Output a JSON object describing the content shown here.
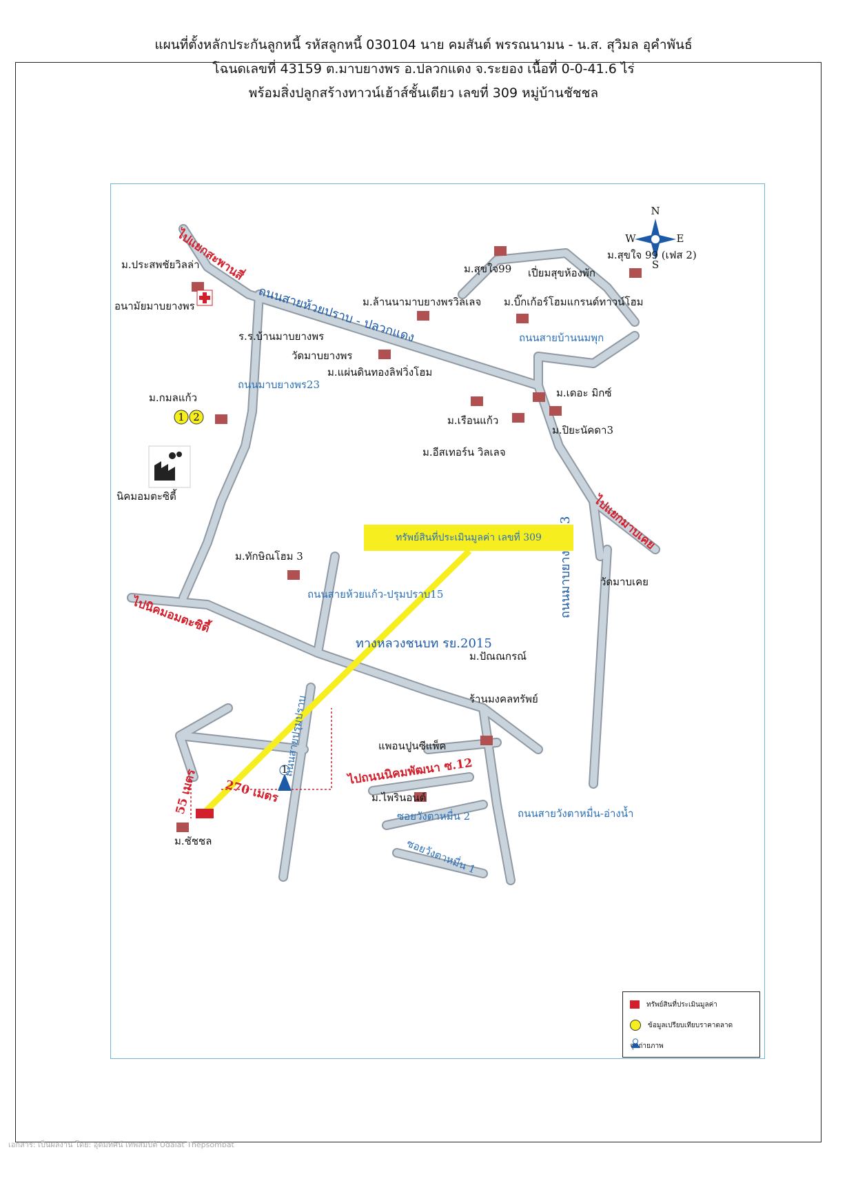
{
  "header": {
    "line1": "แผนที่ตั้งหลักประกันลูกหนี้ รหัสลูกหนี้ 030104 นาย คมสันต์ พรรณนามน - น.ส. สุวิมล อุคำพันธ์",
    "line2": "โฉนดเลขที่ 43159  ต.มาบยางพร อ.ปลวกแดง จ.ระยอง  เนื้อที่ 0-0-41.6 ไร่",
    "line3": "พร้อมสิ่งปลูกสร้างทาวน์เฮ้าส์ชั้นเดียว เลขที่ 309 หมู่บ้านชัชชล"
  },
  "map": {
    "roads": {
      "to_lak_saphan_si": "ไปแยกสะพานสี่",
      "huai_prap_pluak_daeng": "ถนนสายห้วยปราบ - ปลวกแดง",
      "map_yang_phon_23": "ถนนมาบยางพร23",
      "ban_nam": "ถนนสายบ้านนมพุก",
      "to_map_kha": "ไปแยกมาบเคย",
      "map_yang_phon_13": "ถนนมาบยางพร 13",
      "huai_kaeo_prum_prap_15": "ถนนสายห้วยแก้ว-ปรุมปราบ15",
      "to_nikhom_eastern": "ไปนิคมอมตะซิตี้",
      "rural_road_2015": "ทางหลวงชนบท รย.2015",
      "prum_prap_road": "ถนนสายปรุมปราบ",
      "to_nikhom_phatthana_12": "ไปถนนนิคมพัฒนา ซ.12",
      "soi_wang_ta_muen_2": "ซอยวังตาหมื่น 2",
      "soi_wang_ta_muen_1": "ซอยวังตาหมื่น 1",
      "wang_ta_muen_ang_nam": "ถนนสายวังตาหมื่น-อ่างน้ำ"
    },
    "places": {
      "m_prasatchai": "ม.ประสพชัยวิลล่า",
      "health_center": "อนามัยมาบยางพร",
      "m_kamon_kaeo": "ม.กมลแก้ว",
      "school": "ร.ร.บ้านมาบยางพร",
      "wat_map_yang_phon": "วัดมาบยางพร",
      "m_lan_na": "ม.ล้านนามาบยางพรวิลเลจ",
      "m_paen_din_thong": "ม.แผ่นดินทองลิฟวิ่งโฮม",
      "nikhom_amata": "นิคมอมตะซิตี้",
      "m_suk_jai_99": "ม.สุขใจ99",
      "piam_suk": "เปี่ยมสุขห้องพัก",
      "m_suk_jai_99_phase2": "ม.สุขใจ 99 (เฟส 2)",
      "m_big_grand": "ม.บิ๊กเก้อร์โฮมแกรนด์ทาวน์โฮม",
      "m_the_mix": "ม.เดอะ มิกซ์",
      "m_ruean_kaeo": "ม.เรือนแก้ว",
      "m_piya_nakhon_3": "ม.ปิยะนัคดา3",
      "m_eastern_villa": "ม.อีสเทอร์น วิลเลจ",
      "m_thaksin_home_3": "ม.ทักษิณโฮม 3",
      "wat_map_kha": "วัดมาบเคย",
      "m_punyakorn": "ม.ปัณณกรณ์",
      "mongkol_shop": "ร้านมงคลทรัพย์",
      "pae_pun_pak": "แพอนปูนซีแพ็ค",
      "m_bhirom": "ม.ไพรินอนต์",
      "m_chatchon": "ม.ชัชชล"
    },
    "subject_label": "ทรัพย์สินที่ประเมินมูลค่า เลขที่ 309",
    "distance_270": "270 เมตร",
    "distance_55": "55 เมตร",
    "comparable_1": "1",
    "comparable_2": "2",
    "photo_point": "1",
    "compass": {
      "n": "N",
      "s": "S",
      "e": "E",
      "w": "W"
    }
  },
  "legend": {
    "subject": "ทรัพย์สินที่ประเมินมูลค่า",
    "comparable": "ข้อมูลเปรียบเทียบราคาตลาด",
    "photo": "จุดถ่ายภาพ"
  },
  "colors": {
    "road": "#c9d3dc",
    "road_edge": "#8e99a4",
    "subject_red": "#d21f2b",
    "highlight_yellow": "#f6ee1f",
    "label_blue": "#2a6fb6",
    "label_red": "#d21f2b",
    "frame_blue": "#6cb5d8"
  },
  "footer": {
    "note": "เอกสาร: เป็นผลงาน โดย: อุดมทัศน์ เทพสมบัติ Udalat Thepsombat"
  }
}
